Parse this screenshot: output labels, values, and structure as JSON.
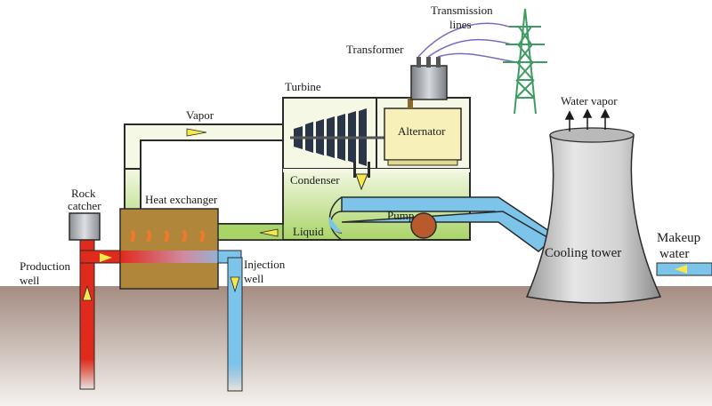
{
  "labels": {
    "transmission_line1": "Transmission",
    "transmission_line2": "lines",
    "transformer": "Transformer",
    "turbine": "Turbine",
    "vapor": "Vapor",
    "alternator": "Alternator",
    "water_vapor": "Water vapor",
    "condenser": "Condenser",
    "heat_exchanger": "Heat exchanger",
    "rock_catcher_line1": "Rock",
    "rock_catcher_line2": "catcher",
    "pump": "Pump",
    "liquid": "Liquid",
    "cooling_tower": "Cooling tower",
    "makeup_line1": "Makeup",
    "makeup_line2": "water",
    "production_line1": "Production",
    "production_line2": "well",
    "injection_line1": "Injection",
    "injection_line2": "well"
  },
  "colors": {
    "pipe_border": "#2a2a2a",
    "vapor_fill": "#f4f8e4",
    "liquid_green": "#a9d468",
    "hot_red": "#e02a1c",
    "cool_blue": "#7cc4ea",
    "exchanger_brown": "#b0873a",
    "alternator_yellow": "#f7f0b8",
    "pylon_green": "#3f9b62",
    "tower_gray": "#c8c8c8",
    "pump_brown": "#b85a2c",
    "arrow_yellow": "#f6e84a",
    "ground": "#a58c82"
  }
}
